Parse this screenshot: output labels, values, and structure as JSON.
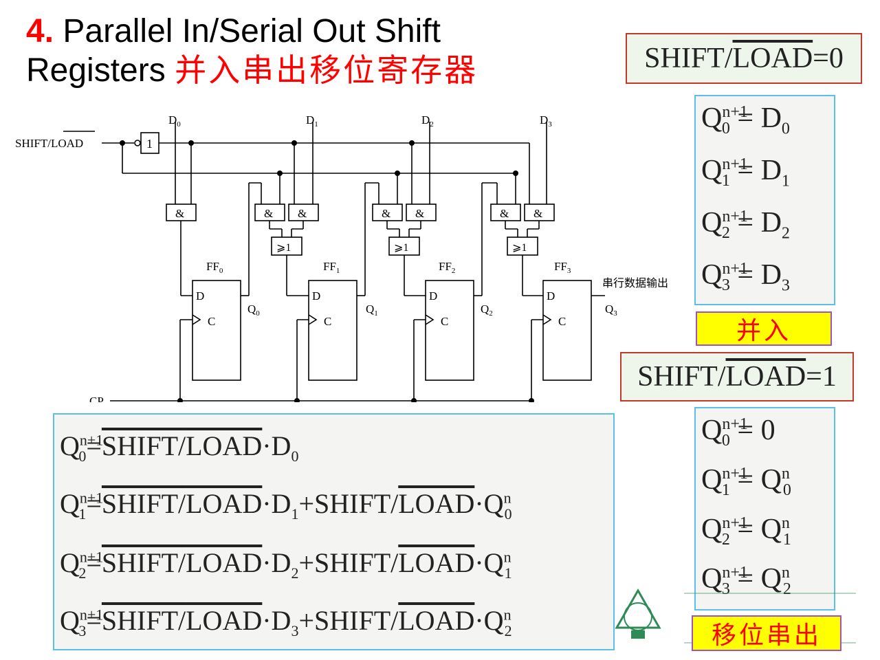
{
  "title": {
    "number": "4.",
    "line1": "Parallel In/Serial Out Shift",
    "line2": "Registers",
    "chinese": "并入串出移位寄存器"
  },
  "mode_load": {
    "prefix": "SHIFT/",
    "bar": "LOAD",
    "suffix": "=0",
    "badge": "并入"
  },
  "mode_shift": {
    "prefix": "SHIFT/",
    "bar": "LOAD",
    "suffix": "=1",
    "badge": "移位串出"
  },
  "load_equations": [
    {
      "q": "Q",
      "sub": "0",
      "sup": "n+1",
      "rhs": "D",
      "rsub": "0",
      "rsup": ""
    },
    {
      "q": "Q",
      "sub": "1",
      "sup": "n+1",
      "rhs": "D",
      "rsub": "1",
      "rsup": ""
    },
    {
      "q": "Q",
      "sub": "2",
      "sup": "n+1",
      "rhs": "D",
      "rsub": "2",
      "rsup": ""
    },
    {
      "q": "Q",
      "sub": "3",
      "sup": "n+1",
      "rhs": "D",
      "rsub": "3",
      "rsup": ""
    }
  ],
  "shift_equations": [
    {
      "q": "Q",
      "sub": "0",
      "sup": "n+1",
      "rhs": "0",
      "rsub": "",
      "rsup": ""
    },
    {
      "q": "Q",
      "sub": "1",
      "sup": "n+1",
      "rhs": "Q",
      "rsub": "0",
      "rsup": "n"
    },
    {
      "q": "Q",
      "sub": "2",
      "sup": "n+1",
      "rhs": "Q",
      "rsub": "1",
      "rsup": "n"
    },
    {
      "q": "Q",
      "sub": "3",
      "sup": "n+1",
      "rhs": "Q",
      "rsub": "2",
      "rsup": "n"
    }
  ],
  "general_equations": {
    "eq0": {
      "sub": "0",
      "sup": "n+1",
      "d": "D",
      "dsub": "0"
    },
    "eq1": {
      "sub": "1",
      "sup": "n+1",
      "d": "D",
      "dsub": "1",
      "qsub": "0",
      "qsup": "n"
    },
    "eq2": {
      "sub": "2",
      "sup": "n+1",
      "d": "D",
      "dsub": "2",
      "qsub": "1",
      "qsup": "n"
    },
    "eq3": {
      "sub": "3",
      "sup": "n+1",
      "d": "D",
      "dsub": "3",
      "qsub": "2",
      "qsup": "n"
    },
    "shift": "SHIFT/",
    "load": "LOAD",
    "q": "Q",
    "eq_sign": "=",
    "dot": "·",
    "plus": "+"
  },
  "circuit": {
    "input_label": "SHIFT/LOAD",
    "cp_label": "CP",
    "output_label": "串行数据输出",
    "not_label": "1",
    "and_label": "&",
    "or_label": "⩾1",
    "d_pin": "D",
    "c_pin": "C",
    "ff_names": [
      "FF",
      "FF",
      "FF",
      "FF"
    ],
    "ff_subs": [
      "0",
      "1",
      "2",
      "3"
    ],
    "d_inputs": [
      "D",
      "D",
      "D",
      "D"
    ],
    "q_outputs": [
      "Q",
      "Q",
      "Q",
      "Q"
    ]
  },
  "colors": {
    "title_red": "#ff0000",
    "box_red": "#c0392b",
    "box_blue": "#5bc0e8",
    "badge_yellow": "#ffff00",
    "badge_border": "#a050c0"
  }
}
